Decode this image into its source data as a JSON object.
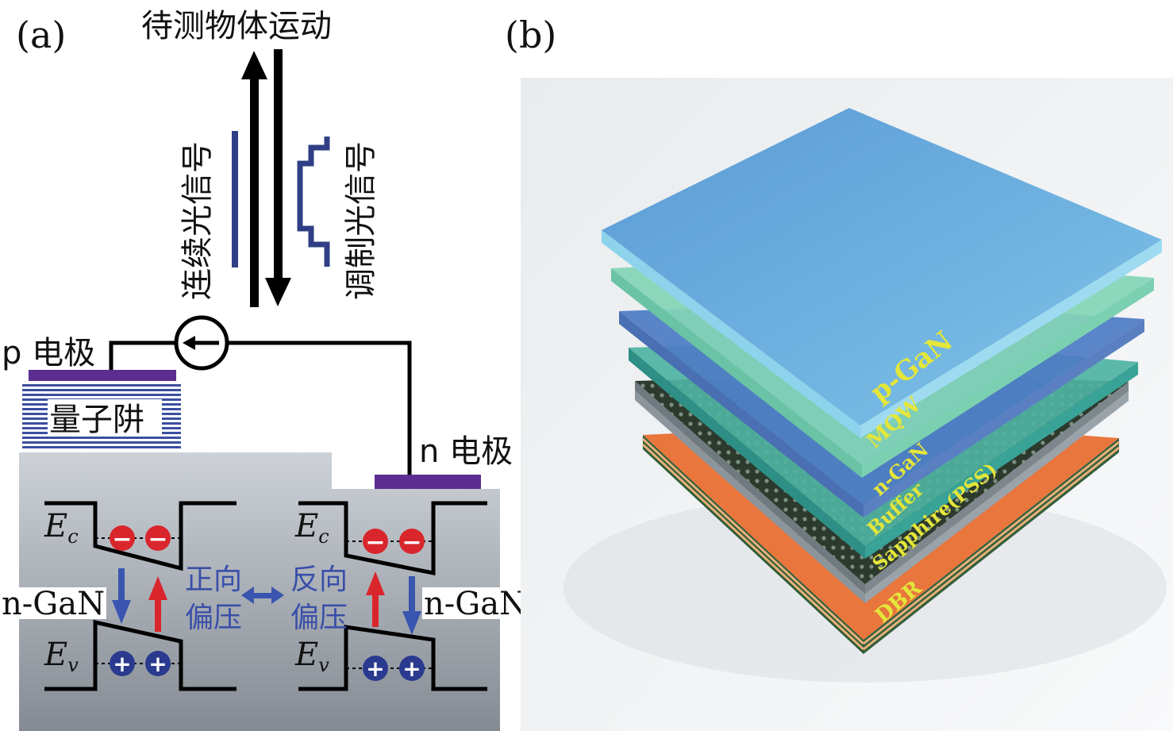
{
  "panel_a": {
    "label": "(a)",
    "motion_title": "待测物体运动",
    "continuous_signal": "连续光信号",
    "modulated_signal": "调制光信号",
    "p_electrode": "p 电极",
    "n_electrode": "n 电极",
    "quantum_well": "量子阱",
    "ngan_left": "n-GaN",
    "ngan_right": "n-GaN",
    "forward_bias_1": "正向",
    "forward_bias_2": "偏压",
    "reverse_bias_1": "反向",
    "reverse_bias_2": "偏压",
    "ec_main": "E",
    "ec_sub": "c",
    "ev_main": "E",
    "ev_sub": "v",
    "minus_sign": "−",
    "plus_sign": "+"
  },
  "panel_b": {
    "label": "(b)",
    "layers": [
      "p-GaN",
      "MQW",
      "n-GaN",
      "Buffer",
      "Sapphire(PSS)",
      "DBR"
    ]
  },
  "colors": {
    "electrode": "#5b2d91",
    "electron": "#d9262c",
    "hole": "#2a3a8f",
    "arrow_blue": "#3a55b0",
    "arrow_red": "#d9262c",
    "qw_stripe": "#3b4fa0",
    "layer_label": "#e4e63a"
  }
}
